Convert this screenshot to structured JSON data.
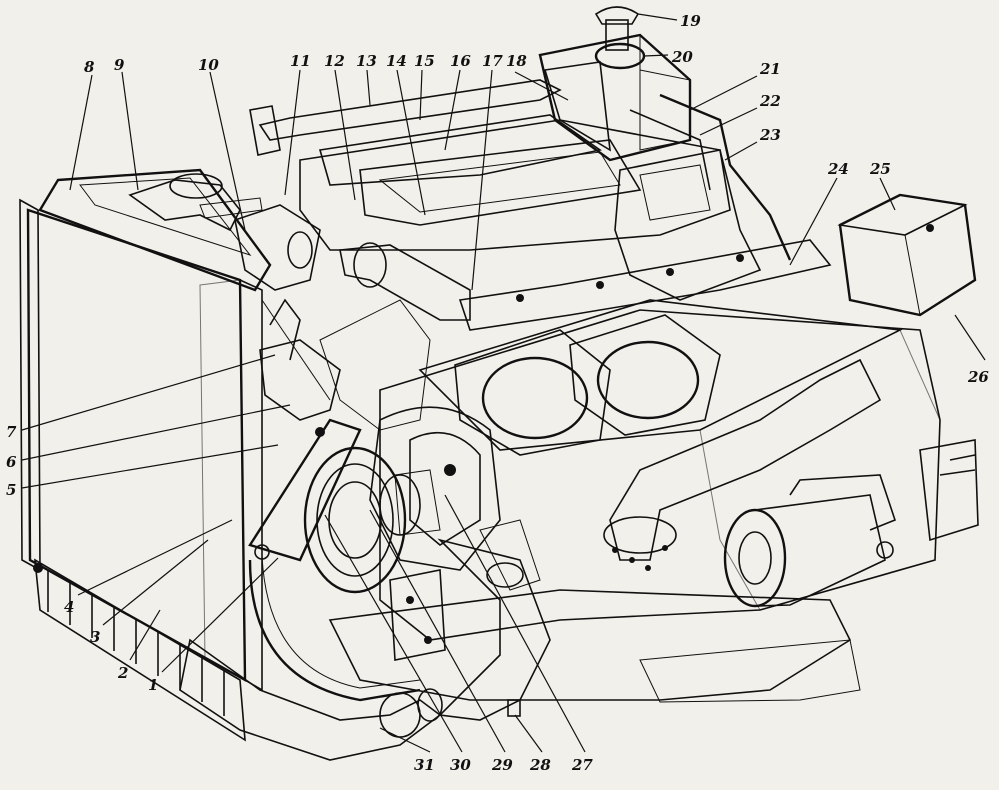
{
  "diagram": {
    "callouts": [
      {
        "id": "c1",
        "label": "1"
      },
      {
        "id": "c2",
        "label": "2"
      },
      {
        "id": "c3",
        "label": "3"
      },
      {
        "id": "c4",
        "label": "4"
      },
      {
        "id": "c5",
        "label": "5"
      },
      {
        "id": "c6",
        "label": "6"
      },
      {
        "id": "c7",
        "label": "7"
      },
      {
        "id": "c8",
        "label": "8"
      },
      {
        "id": "c9",
        "label": "9"
      },
      {
        "id": "c10",
        "label": "10"
      },
      {
        "id": "c11",
        "label": "11"
      },
      {
        "id": "c12",
        "label": "12"
      },
      {
        "id": "c13",
        "label": "13"
      },
      {
        "id": "c14",
        "label": "14"
      },
      {
        "id": "c15",
        "label": "15"
      },
      {
        "id": "c16",
        "label": "16"
      },
      {
        "id": "c17",
        "label": "17"
      },
      {
        "id": "c18",
        "label": "18"
      },
      {
        "id": "c19",
        "label": "19"
      },
      {
        "id": "c20",
        "label": "20"
      },
      {
        "id": "c21",
        "label": "21"
      },
      {
        "id": "c22",
        "label": "22"
      },
      {
        "id": "c23",
        "label": "23"
      },
      {
        "id": "c24",
        "label": "24"
      },
      {
        "id": "c25",
        "label": "25"
      },
      {
        "id": "c26",
        "label": "26"
      },
      {
        "id": "c27",
        "label": "27"
      },
      {
        "id": "c28",
        "label": "28"
      },
      {
        "id": "c29",
        "label": "29"
      },
      {
        "id": "c30",
        "label": "30"
      },
      {
        "id": "c31",
        "label": "31"
      }
    ]
  }
}
